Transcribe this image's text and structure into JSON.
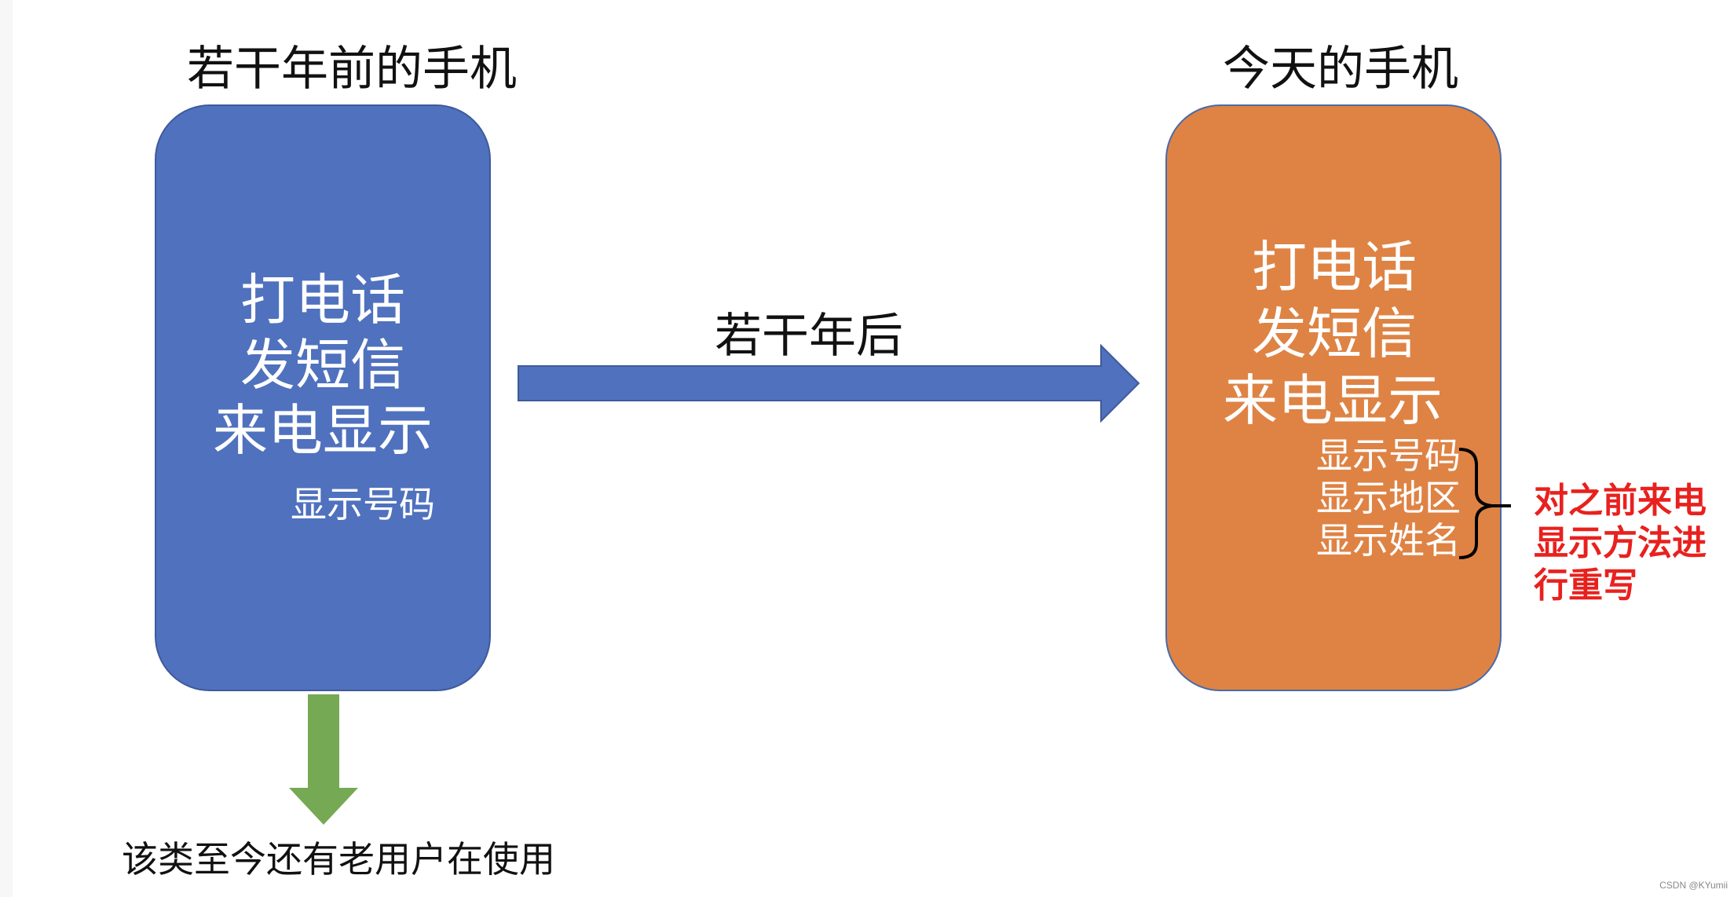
{
  "titles": {
    "old_phone": "若干年前的手机",
    "new_phone": "今天的手机"
  },
  "old_phone": {
    "features": [
      "打电话",
      "发短信",
      "来电显示"
    ],
    "sub_feature": "显示号码",
    "color": "#4f71be"
  },
  "new_phone": {
    "features": [
      "打电话",
      "发短信",
      "来电显示"
    ],
    "sub_features": [
      "显示号码",
      "显示地区",
      "显示姓名"
    ],
    "color": "#de8344"
  },
  "arrow": {
    "label": "若干年后",
    "color": "#4f71be"
  },
  "down_arrow": {
    "color": "#76a953"
  },
  "note": {
    "lines": [
      "对之前来电",
      "显示方法进",
      "行重写"
    ],
    "color": "#e8211e"
  },
  "bottom_text": "该类至今还有老用户在使用",
  "watermark": "CSDN @KYumii"
}
